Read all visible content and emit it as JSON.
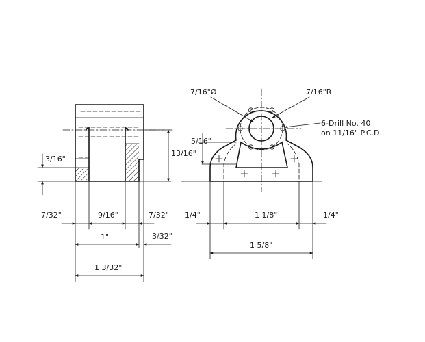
{
  "side_view": {
    "dim_3_16": "3/16\"",
    "dim_13_16": "13/16\"",
    "dim_7_32_left": "7/32\"",
    "dim_9_16": "9/16\"",
    "dim_7_32_right": "7/32\"",
    "dim_1": "1\"",
    "dim_3_32": "3/32\"",
    "dim_1_3_32": "1 3/32\""
  },
  "front_view": {
    "dim_7_16_dia": "7/16\"Ø",
    "dim_7_16_r": "7/16\"R",
    "note_line1": "6-Drill No. 40",
    "note_line2": "on 11/16\" P.C.D.",
    "dim_5_16": "5/16\"",
    "dim_quarter_left": "1/4\"",
    "dim_1_1_8": "1 1/8\"",
    "dim_quarter_right": "1/4\"",
    "dim_1_5_8": "1 5/8\""
  },
  "colors": {
    "ink": "#1a1a1a",
    "paper": "#ffffff"
  }
}
